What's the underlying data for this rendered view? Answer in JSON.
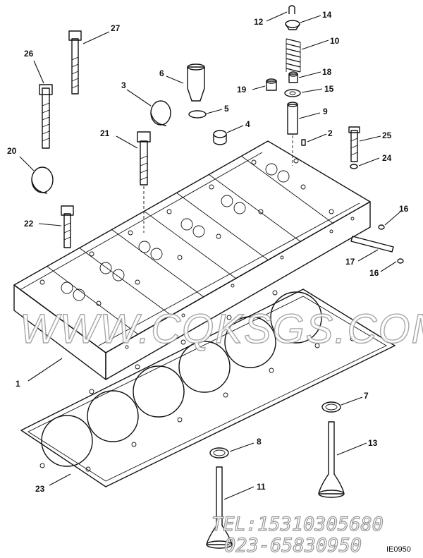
{
  "callouts": {
    "c1": "1",
    "c2": "2",
    "c3": "3",
    "c4": "4",
    "c5": "5",
    "c6": "6",
    "c7": "7",
    "c8": "8",
    "c9": "9",
    "c10": "10",
    "c11": "11",
    "c12": "12",
    "c13": "13",
    "c14": "14",
    "c15": "15",
    "c16a": "16",
    "c16b": "16",
    "c17": "17",
    "c18": "18",
    "c19": "19",
    "c20": "20",
    "c21": "21",
    "c22": "22",
    "c23": "23",
    "c24": "24",
    "c25": "25",
    "c26": "26",
    "c27": "27"
  },
  "watermark": {
    "site": "WWW.CQKSGS.COM",
    "tel": "TEL:15310305680",
    "phone": "023-65830950"
  },
  "figure_code": "IE0950"
}
